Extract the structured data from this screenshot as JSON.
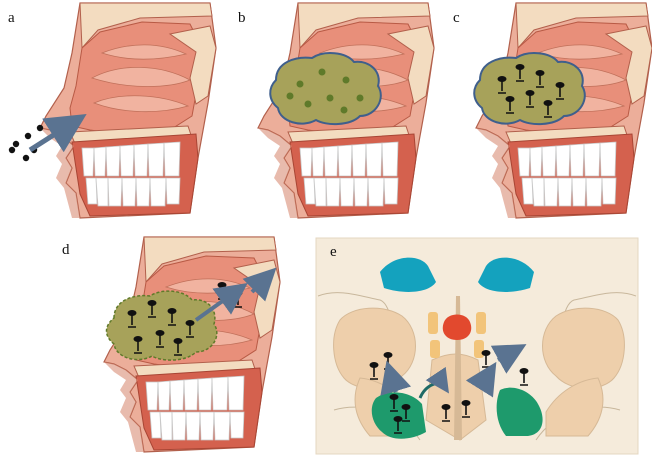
{
  "panels": [
    {
      "id": "a",
      "label": "a"
    },
    {
      "id": "b",
      "label": "b"
    },
    {
      "id": "c",
      "label": "c"
    },
    {
      "id": "d",
      "label": "d"
    },
    {
      "id": "e",
      "label": "e"
    }
  ],
  "colors": {
    "skin": "#ecae9a",
    "skin_dark": "#c06a55",
    "mucosa": "#e88f7a",
    "mucosa_light": "#f1b3a0",
    "bone": "#f3dcc0",
    "bone_dot": "#b88a6a",
    "teeth": "#ffffff",
    "tooth_line": "#c9c9c9",
    "gum": "#d4614e",
    "mass_fill": "#a7a25a",
    "mass_edge": "#3f5f8c",
    "spore": "#5f7a2a",
    "fungus": "#111111",
    "arrow": "#5a7391",
    "coronal_bg": "#f5ebdb",
    "coronal_tissue": "#eecfab",
    "coronal_blue": "#14a2be",
    "coronal_green": "#1e9a6c",
    "coronal_red": "#e2492e",
    "coronal_orange": "#f2c47a",
    "coronal_line": "#c8b79c"
  }
}
